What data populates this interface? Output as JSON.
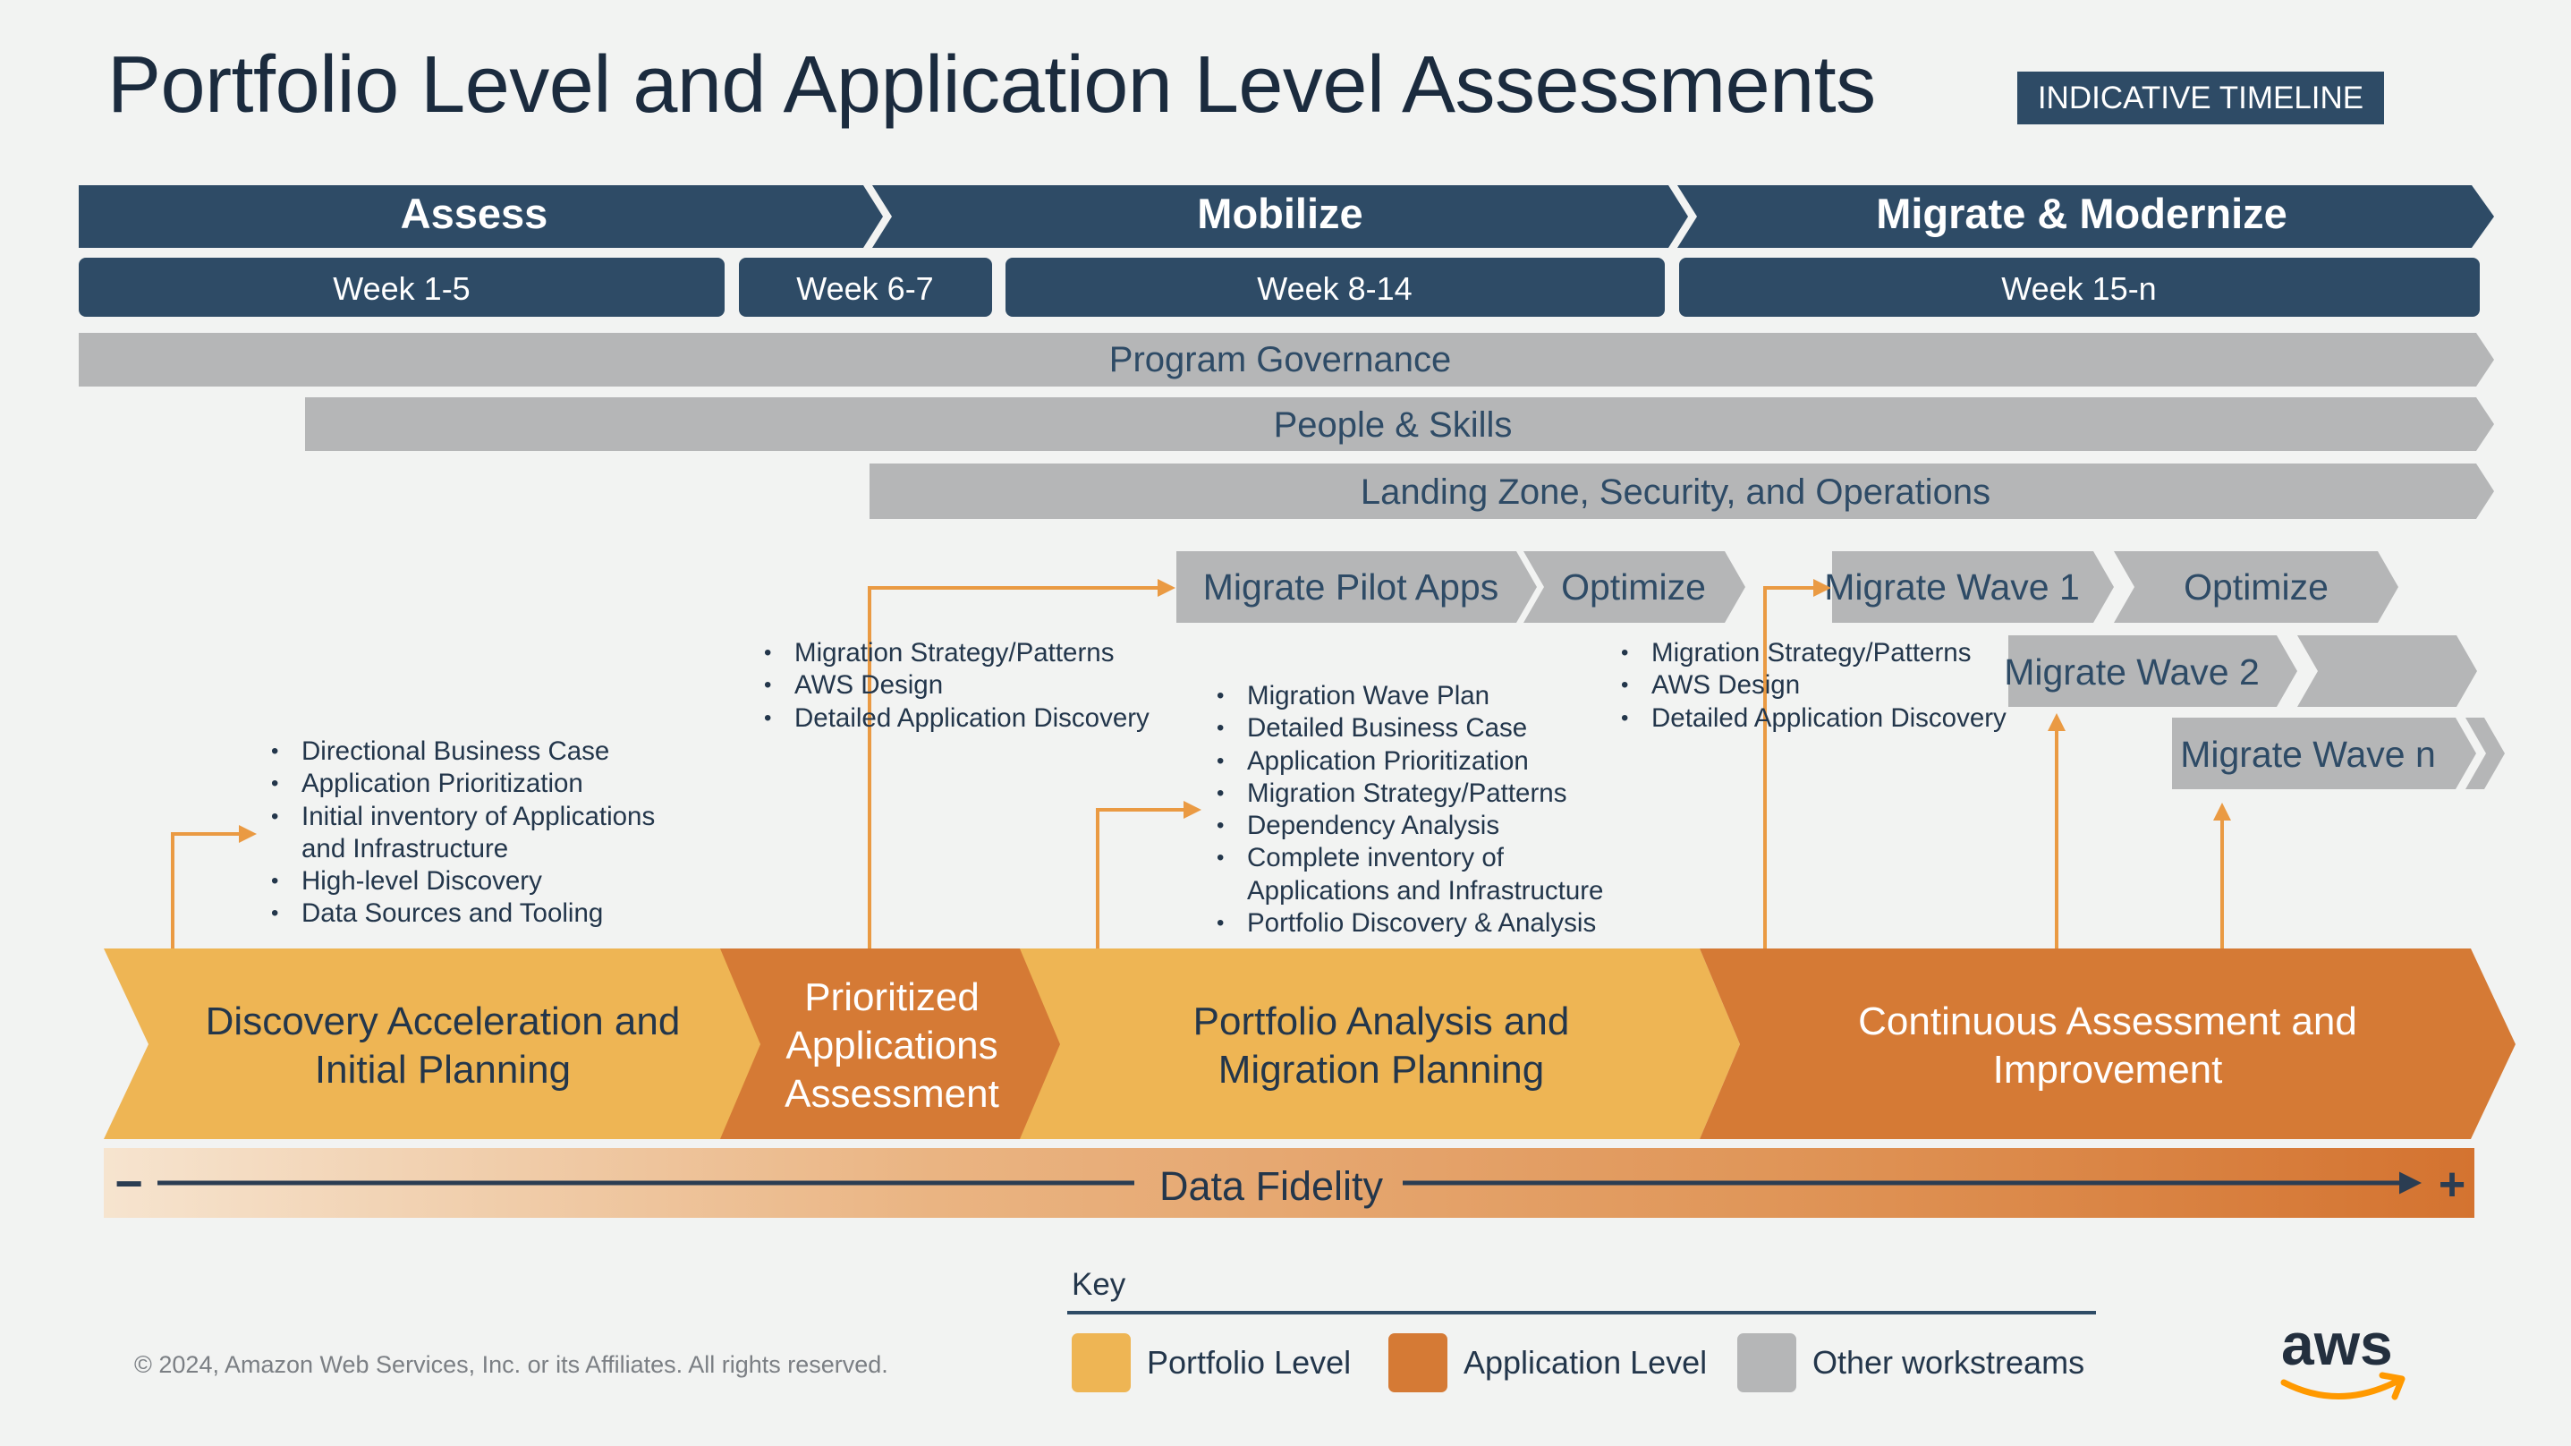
{
  "title": "Portfolio Level and Application Level Assessments",
  "timeline_badge": "INDICATIVE TIMELINE",
  "colors": {
    "navy": "#2e4b66",
    "portfolio": "#eeb554",
    "application": "#d57a35",
    "other": "#b5b6b7",
    "connector": "#ea9a43",
    "text": "#23364b"
  },
  "phases": [
    "Assess",
    "Mobilize",
    "Migrate & Modernize"
  ],
  "weeks": [
    "Week 1-5",
    "Week 6-7",
    "Week 8-14",
    "Week 15-n"
  ],
  "workstreams": {
    "program_governance": "Program Governance",
    "people_skills": "People & Skills",
    "landing_zone": "Landing Zone, Security, and Operations"
  },
  "migration": {
    "pilot_apps": "Migrate Pilot Apps",
    "optimize_pilot": "Optimize",
    "wave1": "Migrate Wave 1",
    "optimize_wave1": "Optimize",
    "wave2": "Migrate Wave 2",
    "wave_n": "Migrate Wave n"
  },
  "bullets": {
    "discovery": [
      "Directional Business Case",
      "Application Prioritization",
      "Initial inventory of Applications",
      "and Infrastructure",
      "High-level Discovery",
      "Data Sources and Tooling"
    ],
    "prioritized": [
      "Migration Strategy/Patterns",
      "AWS Design",
      "Detailed Application Discovery"
    ],
    "portfolio": [
      "Migration Wave Plan",
      "Detailed Business Case",
      "Application Prioritization",
      "Migration Strategy/Patterns",
      "Dependency Analysis",
      "Complete inventory of",
      "Applications and Infrastructure",
      "Portfolio Discovery & Analysis"
    ],
    "continuous": [
      "Migration Strategy/Patterns",
      "AWS Design",
      "Detailed Application Discovery"
    ]
  },
  "stages": {
    "discovery": [
      "Discovery Acceleration and",
      "Initial Planning"
    ],
    "prioritized": [
      "Prioritized",
      "Applications",
      "Assessment"
    ],
    "portfolio": [
      "Portfolio Analysis and",
      "Migration Planning"
    ],
    "continuous": [
      "Continuous Assessment and",
      "Improvement"
    ]
  },
  "data_fidelity": {
    "label": "Data Fidelity",
    "low_symbol": "−",
    "high_symbol": "+"
  },
  "key": {
    "title": "Key",
    "portfolio": "Portfolio Level",
    "application": "Application Level",
    "other": "Other workstreams"
  },
  "copyright": "© 2024, Amazon Web Services, Inc. or its Affiliates. All rights reserved.",
  "logo_text": "aws"
}
